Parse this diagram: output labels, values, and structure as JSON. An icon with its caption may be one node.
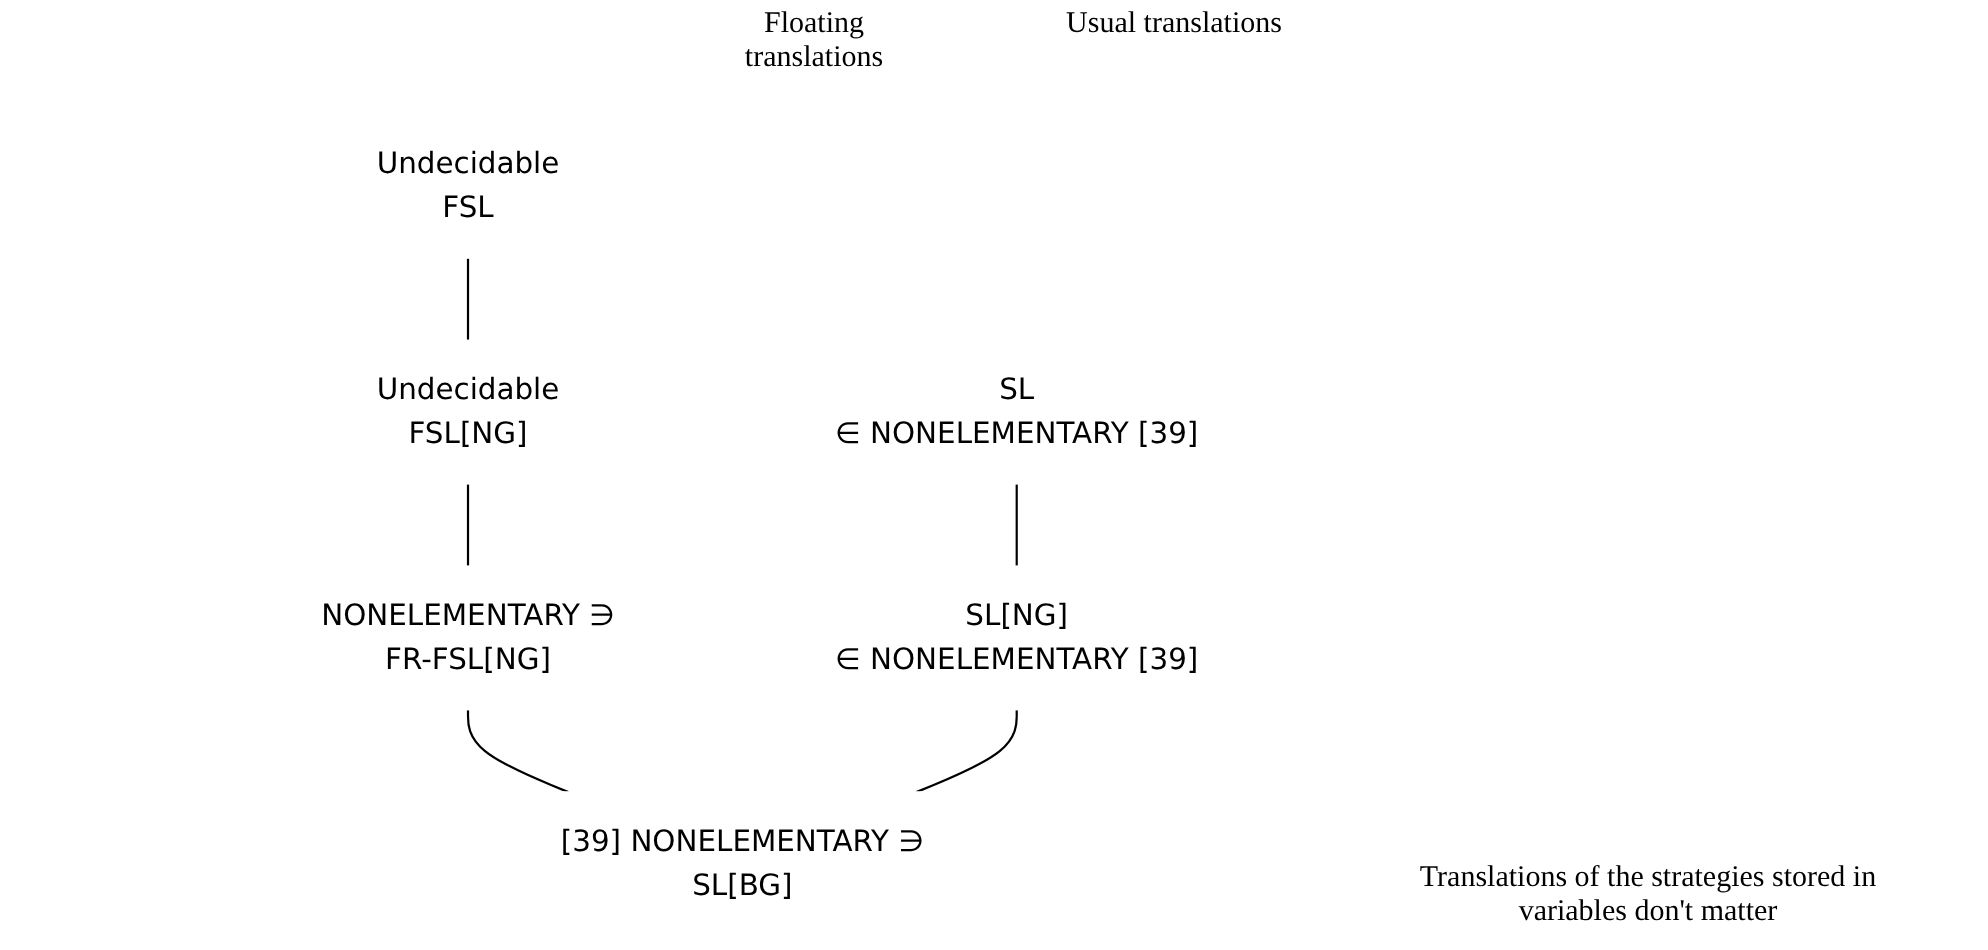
{
  "diagram": {
    "nodes": [
      {
        "text": [
          "Undecidable",
          "FSL"
        ]
      },
      {
        "text": [
          "Undecidable",
          "FSL[NG]"
        ]
      },
      {
        "text": [
          "NONELEMENTARY ∋",
          "FR-FSL[NG]"
        ]
      },
      {
        "text": [
          "SL",
          "∈ NONELEMENTARY [39]"
        ]
      },
      {
        "text": [
          "SL[NG]",
          "∈ NONELEMENTARY [39]"
        ]
      },
      {
        "text": [
          "[39] NONELEMENTARY ∋",
          "SL[BG]"
        ]
      }
    ],
    "edges": [
      {
        "from": 0,
        "to": 1,
        "arrow": "none"
      },
      {
        "from": 1,
        "to": 2,
        "arrow": "none"
      },
      {
        "from": 3,
        "to": 4,
        "arrow": "none"
      },
      {
        "from": 2,
        "to": 5,
        "arrow": "none"
      },
      {
        "from": 4,
        "to": 5,
        "arrow": "none"
      }
    ],
    "labels": [
      "Floating translations",
      "Usual translations",
      "Translations of the strategies stored in variables don't matter"
    ]
  }
}
